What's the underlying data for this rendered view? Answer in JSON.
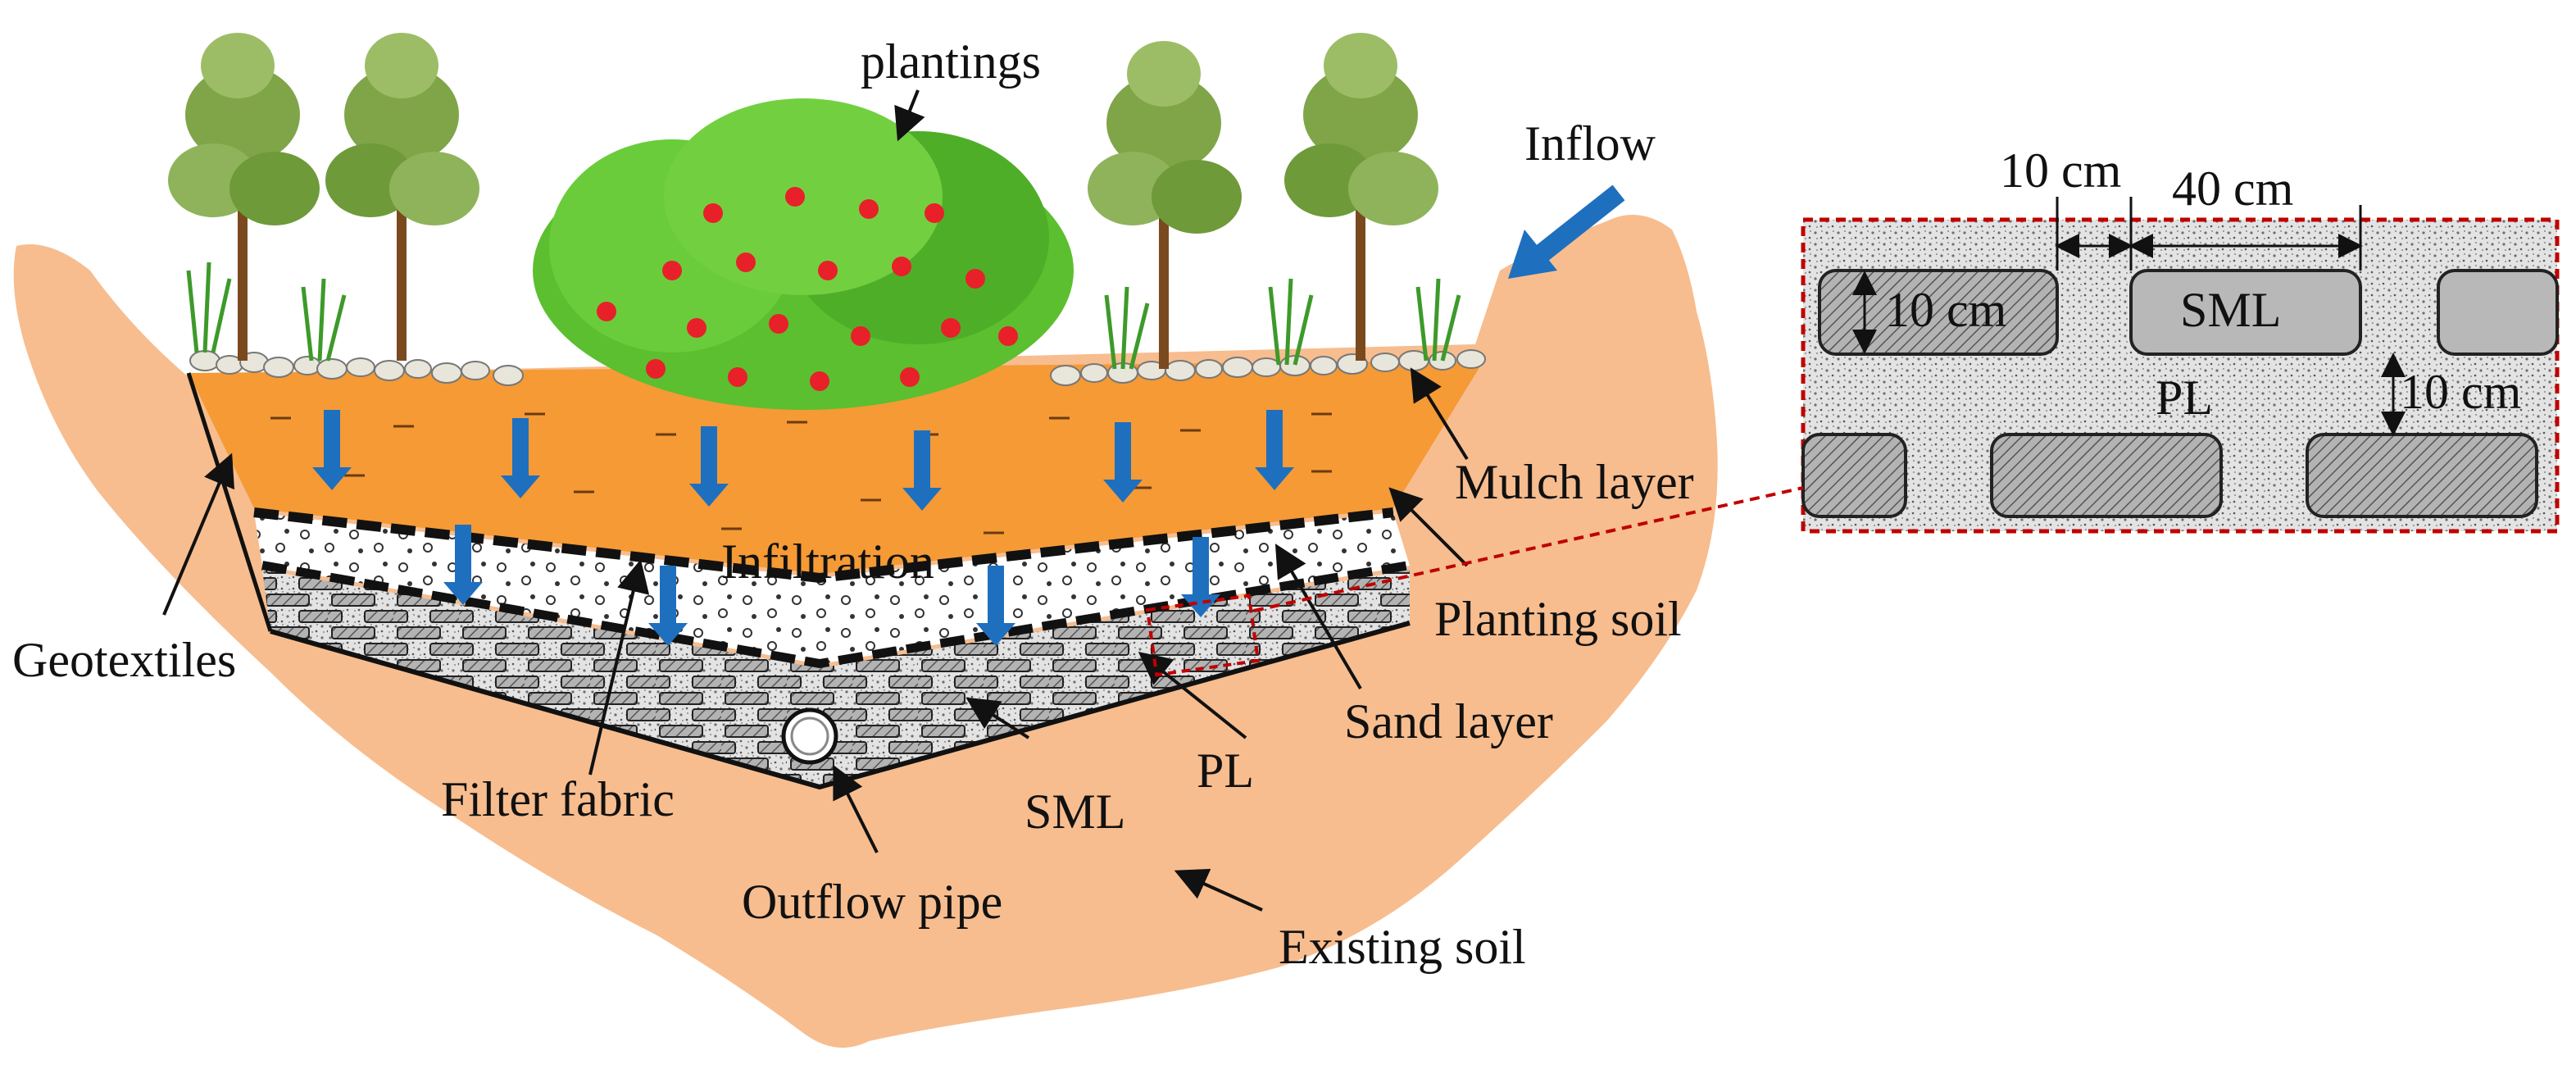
{
  "labels": {
    "plantings": "plantings",
    "inflow": "Inflow",
    "mulch_layer": "Mulch layer",
    "planting_soil": "Planting soil",
    "sand_layer": "Sand layer",
    "geotextiles": "Geotextiles",
    "infiltration": "Infiltration",
    "filter_fabric": "Filter fabric",
    "sml": "SML",
    "pl": "PL",
    "outflow_pipe": "Outflow pipe",
    "existing_soil": "Existing soil"
  },
  "detail": {
    "gap_horizontal": "10 cm",
    "block_length": "40 cm",
    "block_height": "10 cm",
    "gap_vertical": "10 cm",
    "block_label": "SML",
    "matrix_label": "PL"
  },
  "colors": {
    "existing_soil": "#f7bd8f",
    "planting_soil": "#f59a35",
    "sand": "#ffffff",
    "pl_matrix": "#d9d9d9",
    "sml_block": "#a6a6a6",
    "flow_arrow": "#1f6fbf",
    "detail_border": "#c00000",
    "foliage": "#5bbf2f",
    "flower": "#e8202a",
    "tree_leaf": "#7fa548"
  }
}
